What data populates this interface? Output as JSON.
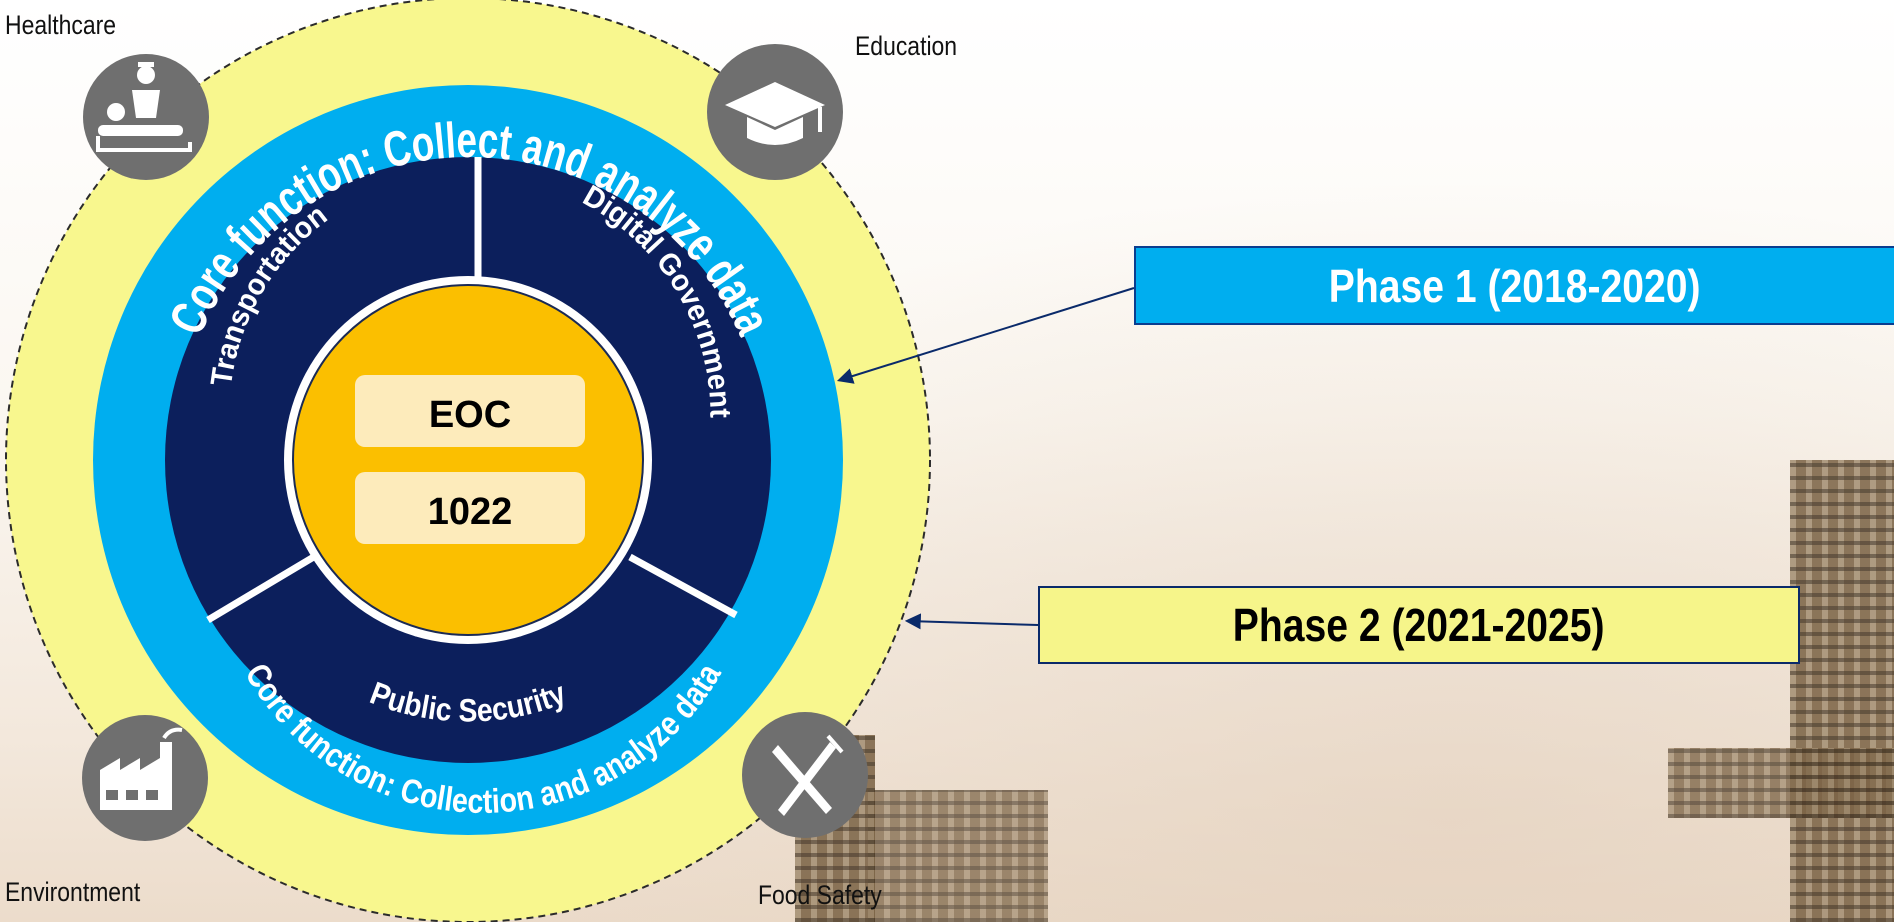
{
  "core_top": "Core function: Collect and analyze data",
  "core_bottom": "Core function: Collection and analyze data",
  "sectors": {
    "transportation": "Transportation",
    "digital_government": "Digital Government",
    "public_security": "Public Security"
  },
  "center": {
    "box1": "EOC",
    "box2": "1022"
  },
  "outer_labels": {
    "healthcare": "Healthcare",
    "education": "Education",
    "environment": "Environtment",
    "food_safety": "Food  Safety"
  },
  "phases": {
    "phase1": "Phase 1 (2018-2020)",
    "phase2": "Phase 2 (2021-2025)"
  },
  "icons": {
    "healthcare": "nurse-patient-icon",
    "education": "graduation-cap-icon",
    "environment": "factory-icon",
    "food_safety": "knife-fork-icon"
  },
  "colors": {
    "outer_ring": "#f8f78e",
    "core_ring": "#00aeef",
    "sector_ring": "#0c1f5c",
    "center": "#fbbf00",
    "center_box": "#fdebbb",
    "icon_circle": "#6f6f6f",
    "phase1_fill": "#00aeef",
    "phase2_fill": "#f6f58a",
    "arrow": "#0a2a6a"
  }
}
